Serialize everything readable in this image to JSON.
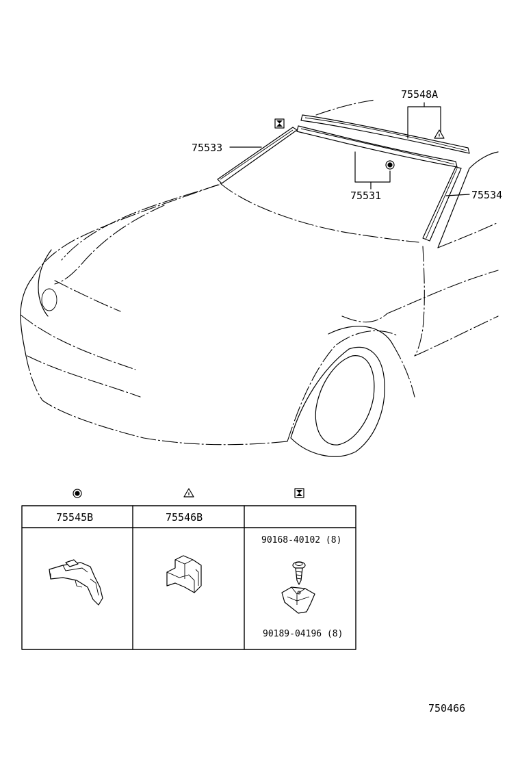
{
  "callouts": {
    "p75548a": "75548A",
    "p75533": "75533",
    "p75531": "75531",
    "p75534": "75534"
  },
  "table": {
    "headers": [
      "75545B",
      "75546B",
      ""
    ],
    "fasteners": {
      "top_label": "90168-40102 (8)",
      "bottom_label": "90189-04196 (8)"
    }
  },
  "symbols": [
    "circle-dot-symbol",
    "triangle-symbol",
    "hourglass-box-symbol"
  ],
  "figure_id": "750466"
}
